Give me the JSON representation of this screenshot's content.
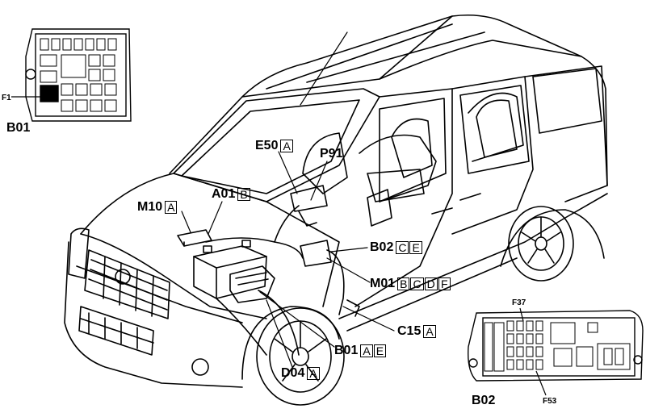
{
  "fuse_box_engine": {
    "label": "B01",
    "fuse_label": "F1"
  },
  "fuse_box_dash": {
    "label": "B02",
    "fuse_top": "F37",
    "fuse_bottom": "F53"
  },
  "components": [
    {
      "id": "e50",
      "code": "E50",
      "boxes": [
        "A"
      ]
    },
    {
      "id": "p91",
      "code": "P91",
      "boxes": []
    },
    {
      "id": "a01",
      "code": "A01",
      "boxes": [
        "B"
      ]
    },
    {
      "id": "m10",
      "code": "M10",
      "boxes": [
        "A"
      ]
    },
    {
      "id": "b02",
      "code": "B02",
      "boxes": [
        "C",
        "E"
      ]
    },
    {
      "id": "m01",
      "code": "M01",
      "boxes": [
        "B",
        "C",
        "D",
        "F"
      ]
    },
    {
      "id": "c15",
      "code": "C15",
      "boxes": [
        "A"
      ]
    },
    {
      "id": "b01",
      "code": "B01",
      "boxes": [
        "A",
        "E"
      ]
    },
    {
      "id": "d04",
      "code": "D04",
      "boxes": [
        "A"
      ]
    }
  ]
}
